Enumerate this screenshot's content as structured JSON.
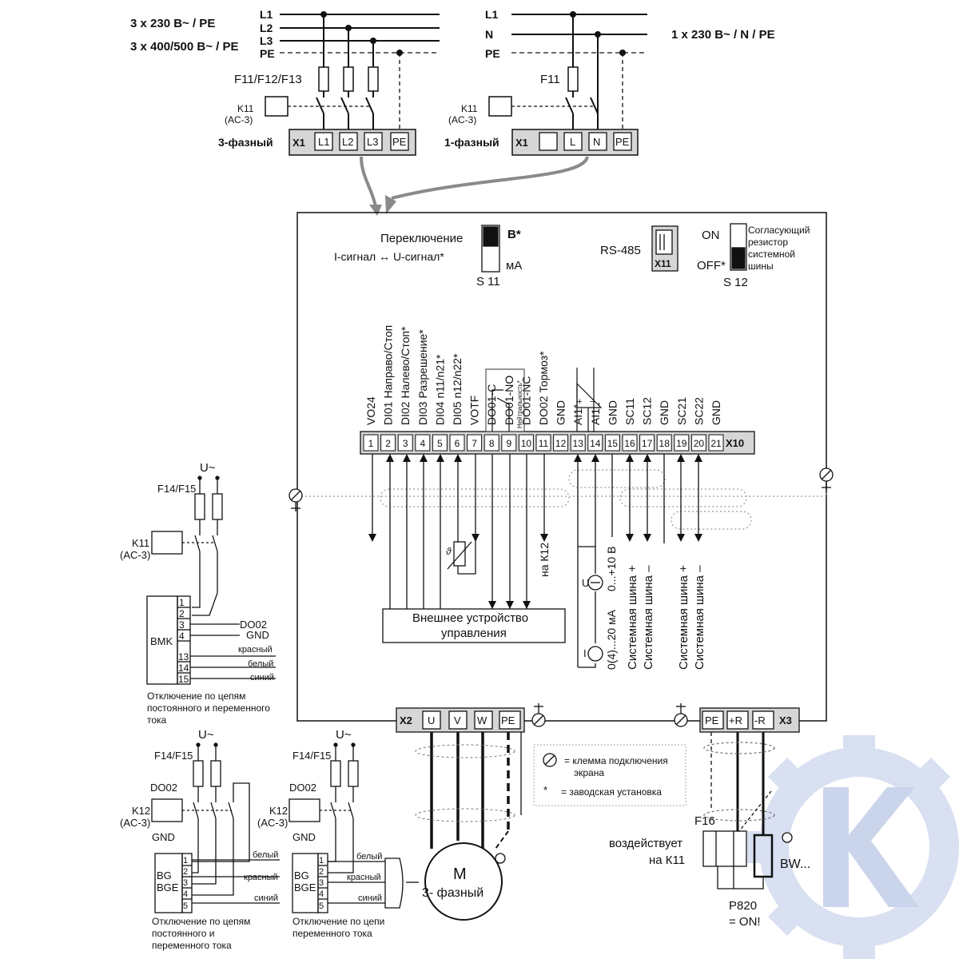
{
  "supply3": {
    "voltage1": "3 x 230 B~ / PE",
    "voltage2": "3 x 400/500 B~ / PE",
    "lines": [
      "L1",
      "L2",
      "L3",
      "PE"
    ],
    "fuses": "F11/F12/F13",
    "contactor": "K11",
    "contactor_cat": "(AC-3)",
    "terminal_title": "3-фазный",
    "block": "X1",
    "terminals": [
      "L1",
      "L2",
      "L3",
      "PE"
    ]
  },
  "supply1": {
    "voltage": "1 x 230 B~ / N / PE",
    "lines": [
      "L1",
      "N",
      "PE"
    ],
    "fuse": "F11",
    "contactor": "K11",
    "contactor_cat": "(AC-3)",
    "terminal_title": "1-фазный",
    "block": "X1",
    "terminals": [
      "",
      "L",
      "N",
      "PE"
    ]
  },
  "switch_s11": {
    "title": "Переключение",
    "subtitle": "I-сигнал ↔ U-сигнал*",
    "top": "B*",
    "bottom": "мА",
    "name": "S 11"
  },
  "rs485": {
    "label": "RS-485",
    "block": "X11"
  },
  "switch_s12": {
    "on": "ON",
    "off": "OFF*",
    "name": "S 12",
    "desc": [
      "Согласующий",
      "резистор",
      "системной",
      "шины"
    ]
  },
  "x10": {
    "block": "X10",
    "numbers": [
      "1",
      "2",
      "3",
      "4",
      "5",
      "6",
      "7",
      "8",
      "9",
      "10",
      "11",
      "12",
      "13",
      "14",
      "15",
      "16",
      "17",
      "18",
      "19",
      "20",
      "21"
    ],
    "labels": [
      "VO24",
      "DI01 Направо/Стоп",
      "DI02 Налево/Стоп*",
      "DI03 Разрешение*",
      "DI04 n11/n21*",
      "DI05 n12/n22*",
      "VOTF",
      "DO01-C",
      "DO01-NO",
      "DO01-NC",
      "DO02 Тормоз*",
      "GND",
      "AI11",
      "AI12",
      "GND",
      "SC11",
      "SC12",
      "GND",
      "SC21",
      "SC22",
      "GND"
    ],
    "relay_note": "Нейтральность*",
    "k12_label": "на К12",
    "ext_device": [
      "Внешнее устройство",
      "управления"
    ],
    "u_range": "0...+10 В",
    "i_range": "0(4)...20 мА",
    "u_symbol": "U",
    "i_symbol": "I",
    "bus_a": [
      "Системная шина +",
      "Системная шина –"
    ],
    "bus_b": [
      "Системная шина +",
      "Системная шина –"
    ]
  },
  "bmk": {
    "supply": "U~",
    "fuses": "F14/F15",
    "contactor": "K11",
    "contactor_cat": "(AC-3)",
    "name": "BMK",
    "pins": [
      "1",
      "2",
      "3",
      "4",
      "13",
      "14",
      "15"
    ],
    "wires": [
      "DO02",
      "GND",
      "красный",
      "белый",
      "синий"
    ],
    "caption": [
      "Отключение по цепям",
      "постоянного и переменного",
      "тока"
    ]
  },
  "bg1": {
    "supply": "U~",
    "fuses": "F14/F15",
    "do": "DO02",
    "contactor": "K12",
    "contactor_cat": "(AC-3)",
    "gnd": "GND",
    "name": [
      "BG",
      "BGE"
    ],
    "pins": [
      "1",
      "2",
      "3",
      "4",
      "5"
    ],
    "wires": [
      "белый",
      "красный",
      "синий"
    ],
    "caption": [
      "Отключение по цепям",
      "постоянного и",
      "переменного тока"
    ]
  },
  "bg2": {
    "supply": "U~",
    "fuses": "F14/F15",
    "do": "DO02",
    "contactor": "K12",
    "contactor_cat": "(AC-3)",
    "gnd": "GND",
    "name": [
      "BG",
      "BGE"
    ],
    "pins": [
      "1",
      "2",
      "3",
      "4",
      "5"
    ],
    "wires": [
      "белый",
      "красный",
      "синий"
    ],
    "caption": [
      "Отключение по цепи",
      "переменного тока"
    ]
  },
  "x2": {
    "block": "X2",
    "terminals": [
      "U",
      "V",
      "W",
      "PE"
    ],
    "motor": "M",
    "motor_type": "3- фазный"
  },
  "x3": {
    "block": "X3",
    "terminals": [
      "PE",
      "+R",
      "-R"
    ],
    "fuse": "F16",
    "acts": [
      "воздействует",
      "на К11"
    ],
    "resistor": "BW...",
    "param": [
      "P820",
      "= ON!"
    ]
  },
  "legend": {
    "shield": [
      "= клемма подключения",
      "экрана"
    ],
    "factory_symbol": "*",
    "factory": "= заводская установка"
  }
}
